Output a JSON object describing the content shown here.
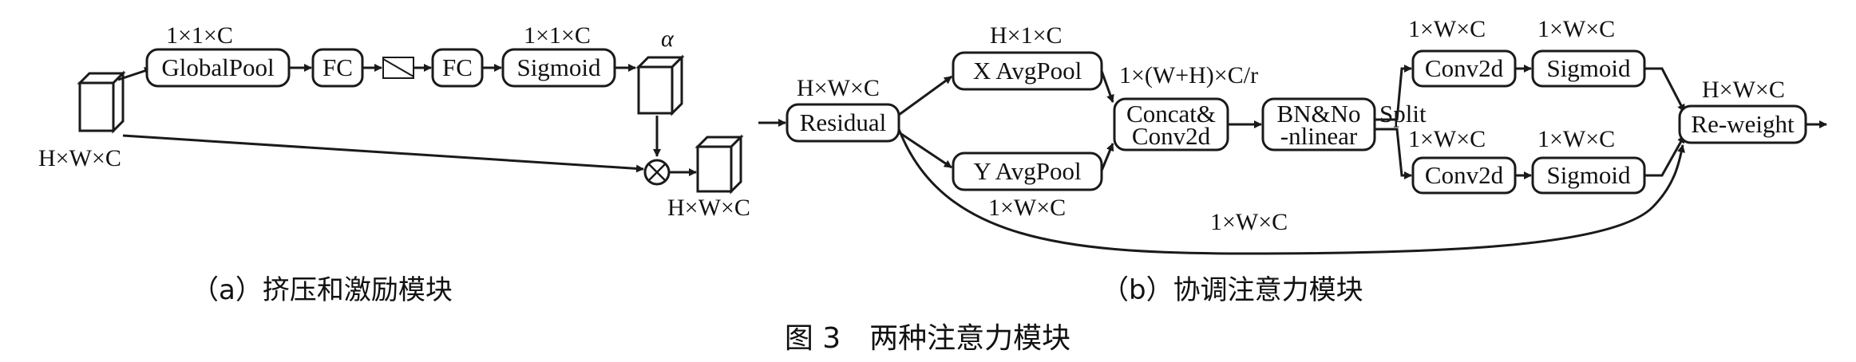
{
  "panel_a": {
    "input_dim": "H×W×C",
    "globalpool": {
      "label": "GlobalPool",
      "dim": "1×1×C"
    },
    "fc1": "FC",
    "fc2": "FC",
    "sigmoid": {
      "label": "Sigmoid",
      "dim": "1×1×C"
    },
    "alpha": "α",
    "output_dim": "H×W×C",
    "caption": "（a）挤压和激励模块"
  },
  "panel_b": {
    "residual": {
      "label": "Residual",
      "dim": "H×W×C"
    },
    "x_avgpool": {
      "label": "X AvgPool",
      "dim": "H×1×C"
    },
    "y_avgpool": {
      "label": "Y AvgPool",
      "dim": "1×W×C"
    },
    "concat": {
      "line1": "Concat&",
      "line2": "Conv2d",
      "dim": "1×(W+H)×C/r"
    },
    "bn": {
      "line1": "BN&No",
      "line2": "-nlinear"
    },
    "split": "Split",
    "conv_top": {
      "label": "Conv2d",
      "dim": "1×W×C"
    },
    "sig_top": {
      "label": "Sigmoid",
      "dim": "1×W×C"
    },
    "conv_bot": {
      "label": "Conv2d",
      "dim": "1×W×C"
    },
    "sig_bot": {
      "label": "Sigmoid",
      "dim": "1×W×C"
    },
    "reweight": {
      "label": "Re-weight",
      "dim": "H×W×C"
    },
    "skip_dim": "1×W×C",
    "caption": "（b）协调注意力模块"
  },
  "figure_caption": "图 3　两种注意力模块"
}
